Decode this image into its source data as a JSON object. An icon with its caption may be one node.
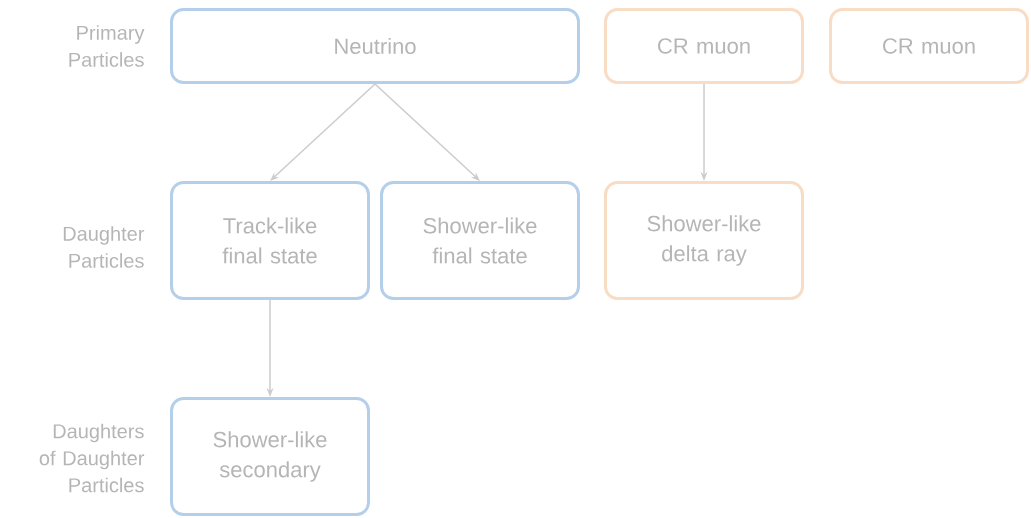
{
  "diagram": {
    "nodes": [
      {
        "text": [
          "Neutrino"
        ]
      },
      {
        "text": [
          "CR muon"
        ]
      },
      {
        "text": [
          "CR muon"
        ]
      },
      {
        "text": [
          "Track-like final state"
        ]
      },
      {
        "text": [
          "Shower-like final state"
        ]
      },
      {
        "text": [
          "Shower-like delta ray"
        ]
      },
      {
        "text": [
          "Shower-like secondary"
        ]
      }
    ],
    "edges": [
      {
        "from": 0,
        "to": 3,
        "arrow": "to"
      },
      {
        "from": 0,
        "to": 4,
        "arrow": "to"
      },
      {
        "from": 1,
        "to": 5,
        "arrow": "to"
      },
      {
        "from": 3,
        "to": 6,
        "arrow": "to"
      }
    ],
    "labels": [
      "Primary Particles",
      "Daughter Particles",
      "Daughters of Daughter Particles"
    ]
  }
}
